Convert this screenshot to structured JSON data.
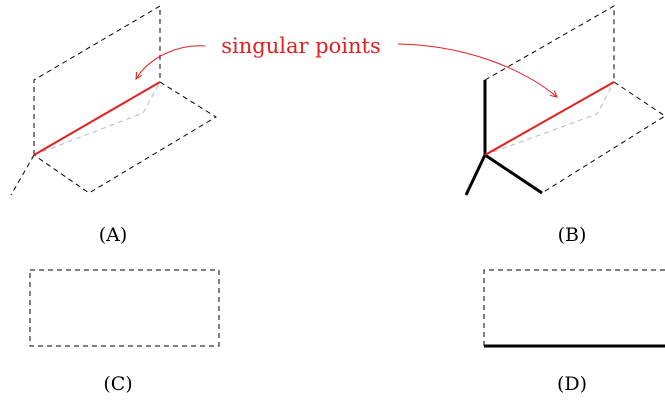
{
  "annotation": {
    "text": "singular points",
    "color": "#e41f1f"
  },
  "panels": [
    {
      "id": "A",
      "caption": "(A)"
    },
    {
      "id": "B",
      "caption": "(B)"
    },
    {
      "id": "C",
      "caption": "(C)"
    },
    {
      "id": "D",
      "caption": "(D)"
    }
  ],
  "colors": {
    "singular_line": "#e41f1f",
    "outline": "#000000",
    "hidden_edge": "#b9b9b9"
  }
}
